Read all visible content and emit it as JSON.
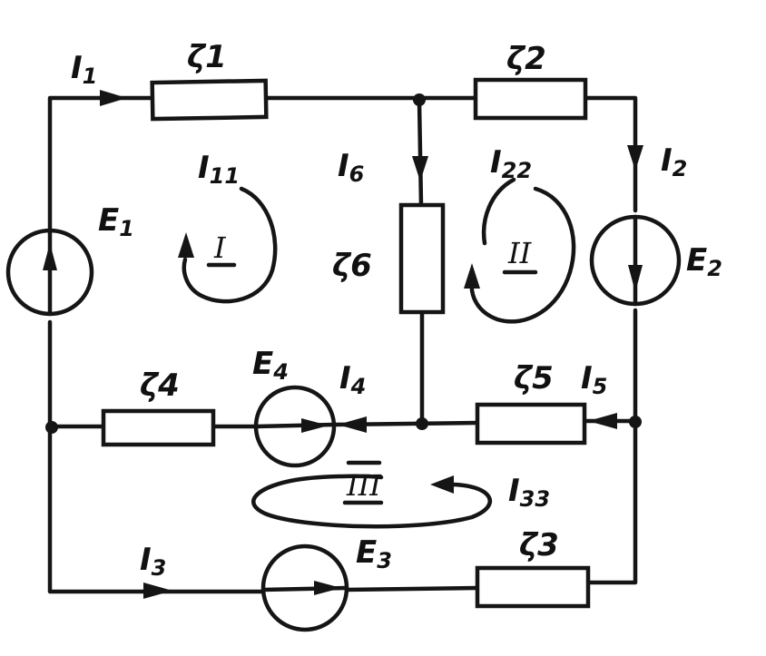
{
  "labels": {
    "I1": {
      "main": "I",
      "sub": "1"
    },
    "I2": {
      "main": "I",
      "sub": "2"
    },
    "I3": {
      "main": "I",
      "sub": "3"
    },
    "I4": {
      "main": "I",
      "sub": "4"
    },
    "I5": {
      "main": "I",
      "sub": "5"
    },
    "I6": {
      "main": "I",
      "sub": "6"
    },
    "I11": {
      "main": "I",
      "sub": "11"
    },
    "I22": {
      "main": "I",
      "sub": "22"
    },
    "I33": {
      "main": "I",
      "sub": "33"
    },
    "r1": "ζ1",
    "r2": "ζ2",
    "r3": "ζ3",
    "r4": "ζ4",
    "r5": "ζ5",
    "r6": "ζ6",
    "E1": {
      "main": "E",
      "sub": "1"
    },
    "E2": {
      "main": "E",
      "sub": "2"
    },
    "E3": {
      "main": "E",
      "sub": "3"
    },
    "E4": {
      "main": "E",
      "sub": "4"
    },
    "loop1": "I",
    "loop2": "II",
    "loop3": "III"
  },
  "colors": {
    "ink": "#151515",
    "paper": "#ffffff"
  }
}
